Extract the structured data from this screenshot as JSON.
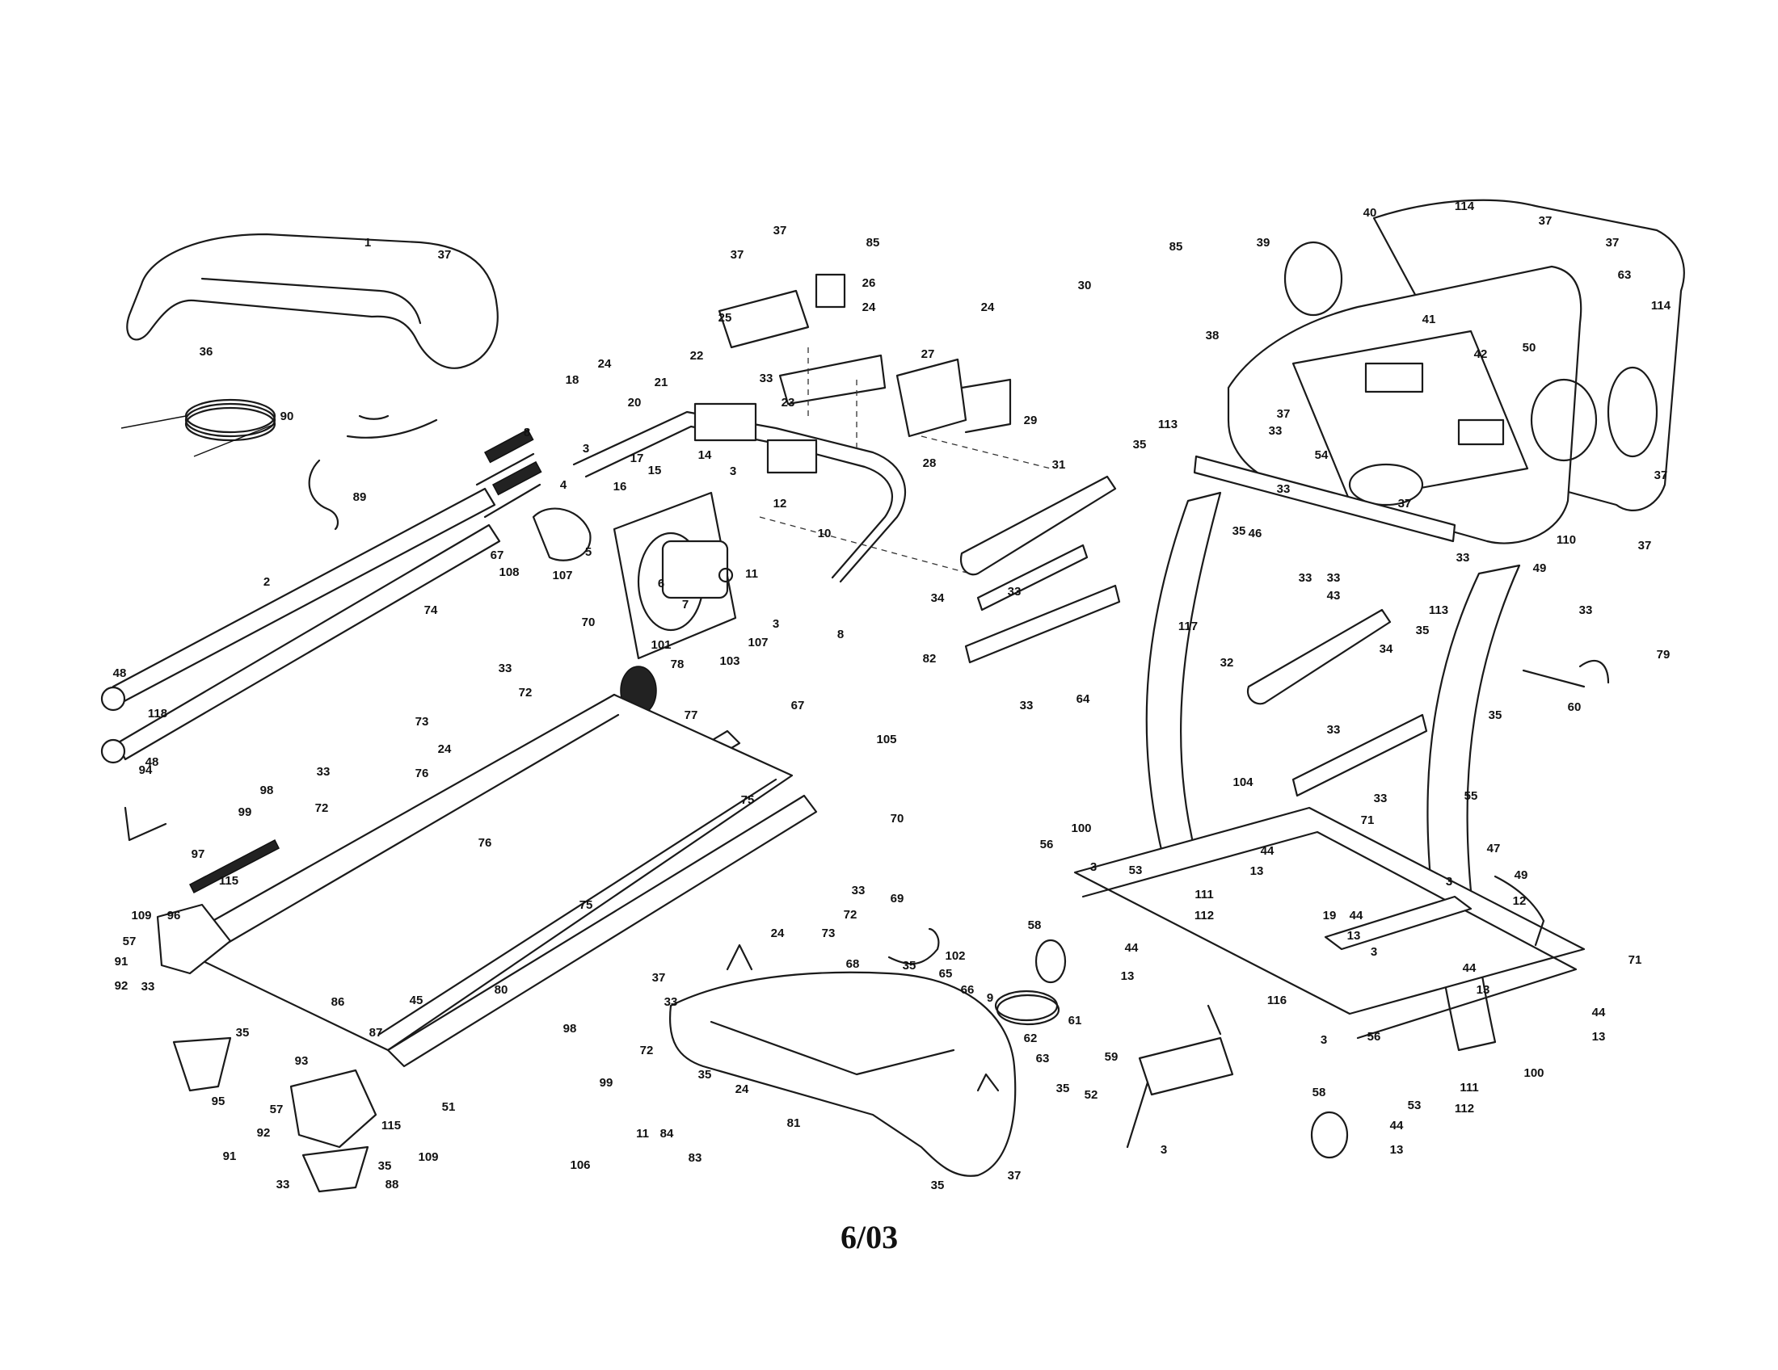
{
  "footer_date": "6/03",
  "callouts": [
    {
      "id": "c1",
      "text": "1"
    },
    {
      "id": "c37a",
      "text": "37"
    },
    {
      "id": "c36",
      "text": "36"
    },
    {
      "id": "c90",
      "text": "90"
    },
    {
      "id": "c89",
      "text": "89"
    },
    {
      "id": "c2",
      "text": "2"
    },
    {
      "id": "c48a",
      "text": "48"
    },
    {
      "id": "c118",
      "text": "118"
    },
    {
      "id": "c48b",
      "text": "48"
    },
    {
      "id": "c18",
      "text": "18"
    },
    {
      "id": "c24a",
      "text": "24"
    },
    {
      "id": "c20",
      "text": "20"
    },
    {
      "id": "c22",
      "text": "22"
    },
    {
      "id": "c21",
      "text": "21"
    },
    {
      "id": "c8a",
      "text": "8"
    },
    {
      "id": "c3a",
      "text": "3"
    },
    {
      "id": "c4",
      "text": "4"
    },
    {
      "id": "c17",
      "text": "17"
    },
    {
      "id": "c15",
      "text": "15"
    },
    {
      "id": "c16",
      "text": "16"
    },
    {
      "id": "c14",
      "text": "14"
    },
    {
      "id": "c3b",
      "text": "3"
    },
    {
      "id": "c5",
      "text": "5"
    },
    {
      "id": "c6",
      "text": "6"
    },
    {
      "id": "c7",
      "text": "7"
    },
    {
      "id": "c12a",
      "text": "12"
    },
    {
      "id": "c10",
      "text": "10"
    },
    {
      "id": "c11a",
      "text": "11"
    },
    {
      "id": "c3c",
      "text": "3"
    },
    {
      "id": "c8b",
      "text": "8"
    },
    {
      "id": "c25",
      "text": "25"
    },
    {
      "id": "c37b",
      "text": "37"
    },
    {
      "id": "c37c",
      "text": "37"
    },
    {
      "id": "c85a",
      "text": "85"
    },
    {
      "id": "c26",
      "text": "26"
    },
    {
      "id": "c24b",
      "text": "24"
    },
    {
      "id": "c33a",
      "text": "33"
    },
    {
      "id": "c23",
      "text": "23"
    },
    {
      "id": "c27",
      "text": "27"
    },
    {
      "id": "c24c",
      "text": "24"
    },
    {
      "id": "c29",
      "text": "29"
    },
    {
      "id": "c28",
      "text": "28"
    },
    {
      "id": "c30",
      "text": "30"
    },
    {
      "id": "c85b",
      "text": "85"
    },
    {
      "id": "c67a",
      "text": "67"
    },
    {
      "id": "c108",
      "text": "108"
    },
    {
      "id": "c107a",
      "text": "107"
    },
    {
      "id": "c74",
      "text": "74"
    },
    {
      "id": "c70a",
      "text": "70"
    },
    {
      "id": "c101",
      "text": "101"
    },
    {
      "id": "c78",
      "text": "78"
    },
    {
      "id": "c77",
      "text": "77"
    },
    {
      "id": "c103",
      "text": "103"
    },
    {
      "id": "c107b",
      "text": "107"
    },
    {
      "id": "c67b",
      "text": "67"
    },
    {
      "id": "c105",
      "text": "105"
    },
    {
      "id": "c33b",
      "text": "33"
    },
    {
      "id": "c72a",
      "text": "72"
    },
    {
      "id": "c73a",
      "text": "73"
    },
    {
      "id": "c24d",
      "text": "24"
    },
    {
      "id": "c33c",
      "text": "33"
    },
    {
      "id": "c72b",
      "text": "72"
    },
    {
      "id": "c76a",
      "text": "76"
    },
    {
      "id": "c94",
      "text": "94"
    },
    {
      "id": "c98a",
      "text": "98"
    },
    {
      "id": "c99a",
      "text": "99"
    },
    {
      "id": "c97",
      "text": "97"
    },
    {
      "id": "c115a",
      "text": "115"
    },
    {
      "id": "c76b",
      "text": "76"
    },
    {
      "id": "c75a",
      "text": "75"
    },
    {
      "id": "c70b",
      "text": "70"
    },
    {
      "id": "c75b",
      "text": "75"
    },
    {
      "id": "c33d",
      "text": "33"
    },
    {
      "id": "c72c",
      "text": "72"
    },
    {
      "id": "c24e",
      "text": "24"
    },
    {
      "id": "c73b",
      "text": "73"
    },
    {
      "id": "c109a",
      "text": "109"
    },
    {
      "id": "c96",
      "text": "96"
    },
    {
      "id": "c57a",
      "text": "57"
    },
    {
      "id": "c91a",
      "text": "91"
    },
    {
      "id": "c92a",
      "text": "92"
    },
    {
      "id": "c33e",
      "text": "33"
    },
    {
      "id": "c35a",
      "text": "35"
    },
    {
      "id": "c95",
      "text": "95"
    },
    {
      "id": "c86",
      "text": "86"
    },
    {
      "id": "c80",
      "text": "80"
    },
    {
      "id": "c45",
      "text": "45"
    },
    {
      "id": "c87",
      "text": "87"
    },
    {
      "id": "c51",
      "text": "51"
    },
    {
      "id": "c93",
      "text": "93"
    },
    {
      "id": "c57b",
      "text": "57"
    },
    {
      "id": "c92b",
      "text": "92"
    },
    {
      "id": "c91b",
      "text": "91"
    },
    {
      "id": "c33f",
      "text": "33"
    },
    {
      "id": "c115b",
      "text": "115"
    },
    {
      "id": "c35b",
      "text": "35"
    },
    {
      "id": "c109b",
      "text": "109"
    },
    {
      "id": "c88",
      "text": "88"
    },
    {
      "id": "c98b",
      "text": "98"
    },
    {
      "id": "c99b",
      "text": "99"
    },
    {
      "id": "c33g",
      "text": "33"
    },
    {
      "id": "c72d",
      "text": "72"
    },
    {
      "id": "c37d",
      "text": "37"
    },
    {
      "id": "c35c",
      "text": "35"
    },
    {
      "id": "c68",
      "text": "68"
    },
    {
      "id": "c69",
      "text": "69"
    },
    {
      "id": "c102",
      "text": "102"
    },
    {
      "id": "c35d",
      "text": "35"
    },
    {
      "id": "c65",
      "text": "65"
    },
    {
      "id": "c66",
      "text": "66"
    },
    {
      "id": "c9",
      "text": "9"
    },
    {
      "id": "c62",
      "text": "62"
    },
    {
      "id": "c63a",
      "text": "63"
    },
    {
      "id": "c35e",
      "text": "35"
    },
    {
      "id": "c11b",
      "text": "11"
    },
    {
      "id": "c84",
      "text": "84"
    },
    {
      "id": "c106",
      "text": "106"
    },
    {
      "id": "c24f",
      "text": "24"
    },
    {
      "id": "c81",
      "text": "81"
    },
    {
      "id": "c83",
      "text": "83"
    },
    {
      "id": "c37e",
      "text": "37"
    },
    {
      "id": "c35f",
      "text": "35"
    },
    {
      "id": "c31",
      "text": "31"
    },
    {
      "id": "c34a",
      "text": "34"
    },
    {
      "id": "c33h",
      "text": "33"
    },
    {
      "id": "c82",
      "text": "82"
    },
    {
      "id": "c33i",
      "text": "33"
    },
    {
      "id": "c64",
      "text": "64"
    },
    {
      "id": "c117",
      "text": "117"
    },
    {
      "id": "c32",
      "text": "32"
    },
    {
      "id": "c43",
      "text": "43"
    },
    {
      "id": "c34b",
      "text": "34"
    },
    {
      "id": "c33j",
      "text": "33"
    },
    {
      "id": "c104",
      "text": "104"
    },
    {
      "id": "c33k",
      "text": "33"
    },
    {
      "id": "c71a",
      "text": "71"
    },
    {
      "id": "c40",
      "text": "40"
    },
    {
      "id": "c114a",
      "text": "114"
    },
    {
      "id": "c37f",
      "text": "37"
    },
    {
      "id": "c39",
      "text": "39"
    },
    {
      "id": "c37g",
      "text": "37"
    },
    {
      "id": "c63b",
      "text": "63"
    },
    {
      "id": "c114b",
      "text": "114"
    },
    {
      "id": "c38",
      "text": "38"
    },
    {
      "id": "c41",
      "text": "41"
    },
    {
      "id": "c42",
      "text": "42"
    },
    {
      "id": "c50",
      "text": "50"
    },
    {
      "id": "c113a",
      "text": "113"
    },
    {
      "id": "c37h",
      "text": "37"
    },
    {
      "id": "c33l",
      "text": "33"
    },
    {
      "id": "c35g",
      "text": "35"
    },
    {
      "id": "c54",
      "text": "54"
    },
    {
      "id": "c33m",
      "text": "33"
    },
    {
      "id": "c37i",
      "text": "37"
    },
    {
      "id": "c35h",
      "text": "35"
    },
    {
      "id": "c46",
      "text": "46"
    },
    {
      "id": "c33n",
      "text": "33"
    },
    {
      "id": "c33o",
      "text": "33"
    },
    {
      "id": "c33p",
      "text": "33"
    },
    {
      "id": "c37j",
      "text": "37"
    },
    {
      "id": "c110",
      "text": "110"
    },
    {
      "id": "c37k",
      "text": "37"
    },
    {
      "id": "c49a",
      "text": "49"
    },
    {
      "id": "c33q",
      "text": "33"
    },
    {
      "id": "c113b",
      "text": "113"
    },
    {
      "id": "c35i",
      "text": "35"
    },
    {
      "id": "c79",
      "text": "79"
    },
    {
      "id": "c60",
      "text": "60"
    },
    {
      "id": "c35j",
      "text": "35"
    },
    {
      "id": "c55",
      "text": "55"
    },
    {
      "id": "c100a",
      "text": "100"
    },
    {
      "id": "c56a",
      "text": "56"
    },
    {
      "id": "c3d",
      "text": "3"
    },
    {
      "id": "c53a",
      "text": "53"
    },
    {
      "id": "c44a",
      "text": "44"
    },
    {
      "id": "c13a",
      "text": "13"
    },
    {
      "id": "c47",
      "text": "47"
    },
    {
      "id": "c49b",
      "text": "49"
    },
    {
      "id": "c58a",
      "text": "58"
    },
    {
      "id": "c111a",
      "text": "111"
    },
    {
      "id": "c112a",
      "text": "112"
    },
    {
      "id": "c44b",
      "text": "44"
    },
    {
      "id": "c13b",
      "text": "13"
    },
    {
      "id": "c19",
      "text": "19"
    },
    {
      "id": "c44c",
      "text": "44"
    },
    {
      "id": "c13c",
      "text": "13"
    },
    {
      "id": "c3e",
      "text": "3"
    },
    {
      "id": "c3f",
      "text": "3"
    },
    {
      "id": "c12b",
      "text": "12"
    },
    {
      "id": "c44d",
      "text": "44"
    },
    {
      "id": "c13d",
      "text": "13"
    },
    {
      "id": "c116",
      "text": "116"
    },
    {
      "id": "c71b",
      "text": "71"
    },
    {
      "id": "c44e",
      "text": "44"
    },
    {
      "id": "c13e",
      "text": "13"
    },
    {
      "id": "c61",
      "text": "61"
    },
    {
      "id": "c59",
      "text": "59"
    },
    {
      "id": "c52",
      "text": "52"
    },
    {
      "id": "c3g",
      "text": "3"
    },
    {
      "id": "c3h",
      "text": "3"
    },
    {
      "id": "c56b",
      "text": "56"
    },
    {
      "id": "c100b",
      "text": "100"
    },
    {
      "id": "c111b",
      "text": "111"
    },
    {
      "id": "c112b",
      "text": "112"
    },
    {
      "id": "c53b",
      "text": "53"
    },
    {
      "id": "c58b",
      "text": "58"
    },
    {
      "id": "c44f",
      "text": "44"
    },
    {
      "id": "c13f",
      "text": "13"
    }
  ]
}
